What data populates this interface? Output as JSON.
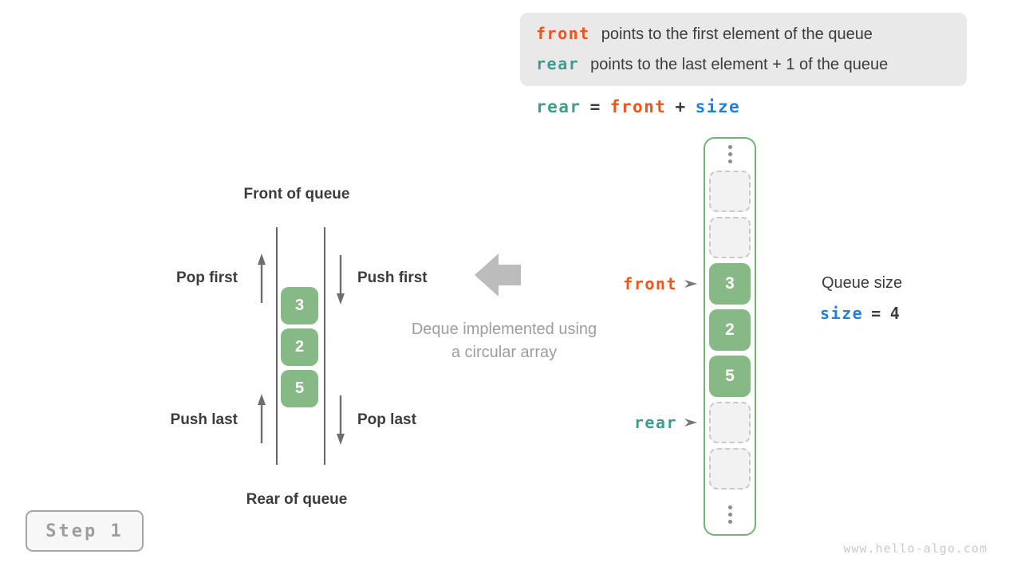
{
  "colors": {
    "orange": "#f4531a",
    "teal": "#3c9d8e",
    "blue": "#2080e0",
    "dark_text": "#3c3c3c",
    "gray_text": "#9e9e9e",
    "green_fill": "#87b987",
    "green_border": "#74b276",
    "box_bg": "#e9e9e9"
  },
  "info_box": {
    "lines": [
      {
        "keyword": "front",
        "keyword_color": "orange",
        "text": "points to the first element of the queue"
      },
      {
        "keyword": "rear",
        "keyword_color": "teal",
        "text": "points to the last element + 1 of the queue"
      }
    ]
  },
  "formula": {
    "tokens": [
      {
        "text": "rear",
        "color": "teal"
      },
      {
        "text": "=",
        "color": "dark_text"
      },
      {
        "text": "front",
        "color": "orange"
      },
      {
        "text": "+",
        "color": "dark_text"
      },
      {
        "text": "size",
        "color": "blue"
      }
    ]
  },
  "queue_diagram": {
    "front_label": "Front of queue",
    "rear_label": "Rear of queue",
    "pop_first": "Pop first",
    "push_first": "Push first",
    "push_last": "Push last",
    "pop_last": "Pop last",
    "values": [
      "3",
      "2",
      "5"
    ]
  },
  "caption": {
    "line1": "Deque implemented using",
    "line2": "a circular array"
  },
  "array": {
    "cells": [
      null,
      null,
      "3",
      "2",
      "5",
      null,
      null
    ],
    "front_pointer": {
      "label": "front",
      "color": "orange",
      "cell_index": 2
    },
    "rear_pointer": {
      "label": "rear",
      "color": "teal",
      "cell_index": 5
    }
  },
  "queue_size": {
    "title": "Queue size",
    "variable": "size",
    "equals": "=",
    "value": "4"
  },
  "step_badge": "Step 1",
  "watermark": "www.hello-algo.com"
}
